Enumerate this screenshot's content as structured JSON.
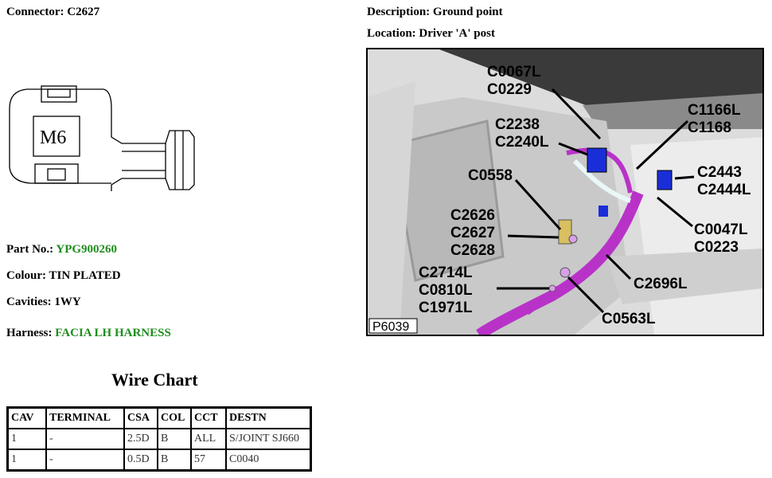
{
  "connector": {
    "label": "Connector:",
    "value": "C2627"
  },
  "description": {
    "label": "Description:",
    "value": "Ground point"
  },
  "location": {
    "label": "Location:",
    "value": "Driver 'A' post"
  },
  "drawing": {
    "text": "M6"
  },
  "part_no": {
    "label": "Part No.:",
    "value": "YPG900260"
  },
  "colour": {
    "label": "Colour:",
    "value": "TIN PLATED"
  },
  "cavities": {
    "label": "Cavities:",
    "value": "1WY"
  },
  "harness": {
    "label": "Harness:",
    "value": "FACIA LH HARNESS"
  },
  "wire_chart": {
    "title": "Wire Chart",
    "headers": [
      "CAV",
      "TERMINAL",
      "CSA",
      "COL",
      "CCT",
      "DESTN"
    ],
    "rows": [
      [
        "1",
        "-",
        "2.5D",
        "B",
        "ALL",
        "S/JOINT SJ660"
      ],
      [
        "1",
        "-",
        "0.5D",
        "B",
        "57",
        "C0040"
      ]
    ]
  },
  "photo": {
    "id": "P6039",
    "callouts": [
      {
        "lines": [
          "C0067L",
          "C0229"
        ]
      },
      {
        "lines": [
          "C1166L",
          "C1168"
        ]
      },
      {
        "lines": [
          "C2238",
          "C2240L"
        ]
      },
      {
        "lines": [
          "C2443",
          "C2444L"
        ]
      },
      {
        "lines": [
          "C0558"
        ]
      },
      {
        "lines": [
          "C2626",
          "C2627",
          "C2628"
        ]
      },
      {
        "lines": [
          "C0047L",
          "C0223"
        ]
      },
      {
        "lines": [
          "C2714L",
          "C0810L",
          "C1971L"
        ]
      },
      {
        "lines": [
          "C2696L"
        ]
      },
      {
        "lines": [
          "C0563L"
        ]
      }
    ]
  },
  "colors": {
    "value_green": "#1e8c1e",
    "harness_magenta": "#b832c8",
    "connector_blue": "#1a2ed8"
  }
}
